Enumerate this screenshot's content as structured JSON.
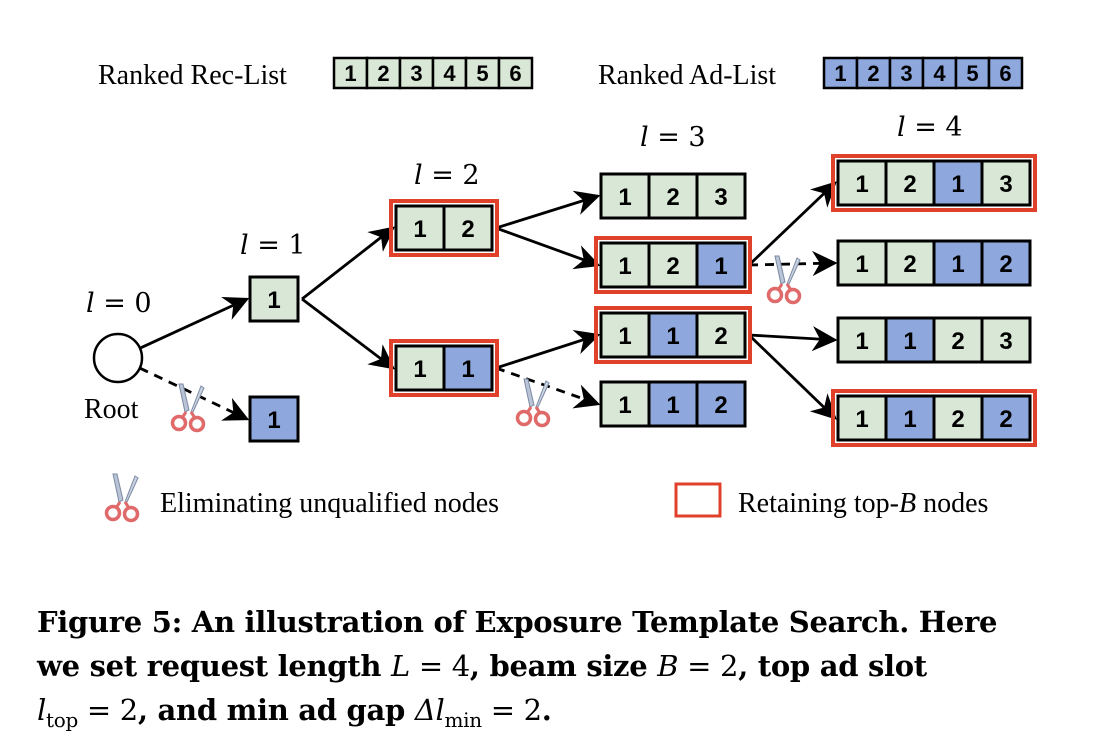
{
  "colors": {
    "rec_fill": "#d9e7d6",
    "ad_fill": "#8ea7dc",
    "border": "#000000",
    "retain_border": "#e0412b",
    "scissors": "#e06a6a"
  },
  "header": {
    "rec_list_label": "Ranked  Rec-List",
    "rec_list_items": [
      "1",
      "2",
      "3",
      "4",
      "5",
      "6"
    ],
    "ad_list_label": "Ranked  Ad-List",
    "ad_list_items": [
      "1",
      "2",
      "3",
      "4",
      "5",
      "6"
    ]
  },
  "levels": [
    {
      "label": "l = 0",
      "var": "l",
      "value": "0"
    },
    {
      "label": "l = 1",
      "var": "l",
      "value": "1"
    },
    {
      "label": "l = 2",
      "var": "l",
      "value": "2"
    },
    {
      "label": "l = 3",
      "var": "l",
      "value": "3"
    },
    {
      "label": "l = 4",
      "var": "l",
      "value": "4"
    }
  ],
  "root_label": "Root",
  "nodes": [
    {
      "id": "n1a",
      "level": 1,
      "cells": [
        {
          "v": "1",
          "t": "rec"
        }
      ],
      "retained": false
    },
    {
      "id": "n1b",
      "level": 1,
      "cells": [
        {
          "v": "1",
          "t": "ad"
        }
      ],
      "retained": false,
      "eliminated": true
    },
    {
      "id": "n2a",
      "level": 2,
      "cells": [
        {
          "v": "1",
          "t": "rec"
        },
        {
          "v": "2",
          "t": "rec"
        }
      ],
      "retained": true
    },
    {
      "id": "n2b",
      "level": 2,
      "cells": [
        {
          "v": "1",
          "t": "rec"
        },
        {
          "v": "1",
          "t": "ad"
        }
      ],
      "retained": true
    },
    {
      "id": "n3a",
      "level": 3,
      "cells": [
        {
          "v": "1",
          "t": "rec"
        },
        {
          "v": "2",
          "t": "rec"
        },
        {
          "v": "3",
          "t": "rec"
        }
      ],
      "retained": false
    },
    {
      "id": "n3b",
      "level": 3,
      "cells": [
        {
          "v": "1",
          "t": "rec"
        },
        {
          "v": "2",
          "t": "rec"
        },
        {
          "v": "1",
          "t": "ad"
        }
      ],
      "retained": true
    },
    {
      "id": "n3c",
      "level": 3,
      "cells": [
        {
          "v": "1",
          "t": "rec"
        },
        {
          "v": "1",
          "t": "ad"
        },
        {
          "v": "2",
          "t": "rec"
        }
      ],
      "retained": true
    },
    {
      "id": "n3d",
      "level": 3,
      "cells": [
        {
          "v": "1",
          "t": "rec"
        },
        {
          "v": "1",
          "t": "ad"
        },
        {
          "v": "2",
          "t": "ad"
        }
      ],
      "retained": false,
      "eliminated": true
    },
    {
      "id": "n4a",
      "level": 4,
      "cells": [
        {
          "v": "1",
          "t": "rec"
        },
        {
          "v": "2",
          "t": "rec"
        },
        {
          "v": "1",
          "t": "ad"
        },
        {
          "v": "3",
          "t": "rec"
        }
      ],
      "retained": true
    },
    {
      "id": "n4b",
      "level": 4,
      "cells": [
        {
          "v": "1",
          "t": "rec"
        },
        {
          "v": "2",
          "t": "rec"
        },
        {
          "v": "1",
          "t": "ad"
        },
        {
          "v": "2",
          "t": "ad"
        }
      ],
      "retained": false,
      "eliminated": true
    },
    {
      "id": "n4c",
      "level": 4,
      "cells": [
        {
          "v": "1",
          "t": "rec"
        },
        {
          "v": "1",
          "t": "ad"
        },
        {
          "v": "2",
          "t": "rec"
        },
        {
          "v": "3",
          "t": "rec"
        }
      ],
      "retained": false
    },
    {
      "id": "n4d",
      "level": 4,
      "cells": [
        {
          "v": "1",
          "t": "rec"
        },
        {
          "v": "1",
          "t": "ad"
        },
        {
          "v": "2",
          "t": "rec"
        },
        {
          "v": "2",
          "t": "ad"
        }
      ],
      "retained": true
    }
  ],
  "edges": [
    {
      "from": "root",
      "to": "n1a",
      "pruned": false
    },
    {
      "from": "root",
      "to": "n1b",
      "pruned": true
    },
    {
      "from": "n1a",
      "to": "n2a",
      "pruned": false
    },
    {
      "from": "n1a",
      "to": "n2b",
      "pruned": false
    },
    {
      "from": "n2a",
      "to": "n3a",
      "pruned": false
    },
    {
      "from": "n2a",
      "to": "n3b",
      "pruned": false
    },
    {
      "from": "n2b",
      "to": "n3c",
      "pruned": false
    },
    {
      "from": "n2b",
      "to": "n3d",
      "pruned": true
    },
    {
      "from": "n3b",
      "to": "n4a",
      "pruned": false
    },
    {
      "from": "n3b",
      "to": "n4b",
      "pruned": true
    },
    {
      "from": "n3c",
      "to": "n4c",
      "pruned": false
    },
    {
      "from": "n3c",
      "to": "n4d",
      "pruned": false
    }
  ],
  "legend": {
    "eliminate_label": "Eliminating unqualified nodes",
    "eliminate_icon": "scissors-icon",
    "retain_label_prefix": "Retaining top-",
    "retain_label_var": "B",
    "retain_label_suffix": " nodes",
    "retain_icon": "red-square-icon"
  },
  "caption": {
    "line1": "Figure 5: An illustration of Exposure Template Search. Here",
    "part_a": "we set request length ",
    "L_var": "L",
    "L_eq": " = 4",
    "part_b": ", beam size ",
    "B_var": "B",
    "B_eq": " = 2",
    "part_c": ", top ad slot ",
    "ltop_var": "l",
    "ltop_sub": "top",
    "ltop_eq": " = 2",
    "part_d": ", and min ad gap ",
    "dl_var": "Δl",
    "dl_sub": "min",
    "dl_eq": " = 2",
    "end": "."
  }
}
